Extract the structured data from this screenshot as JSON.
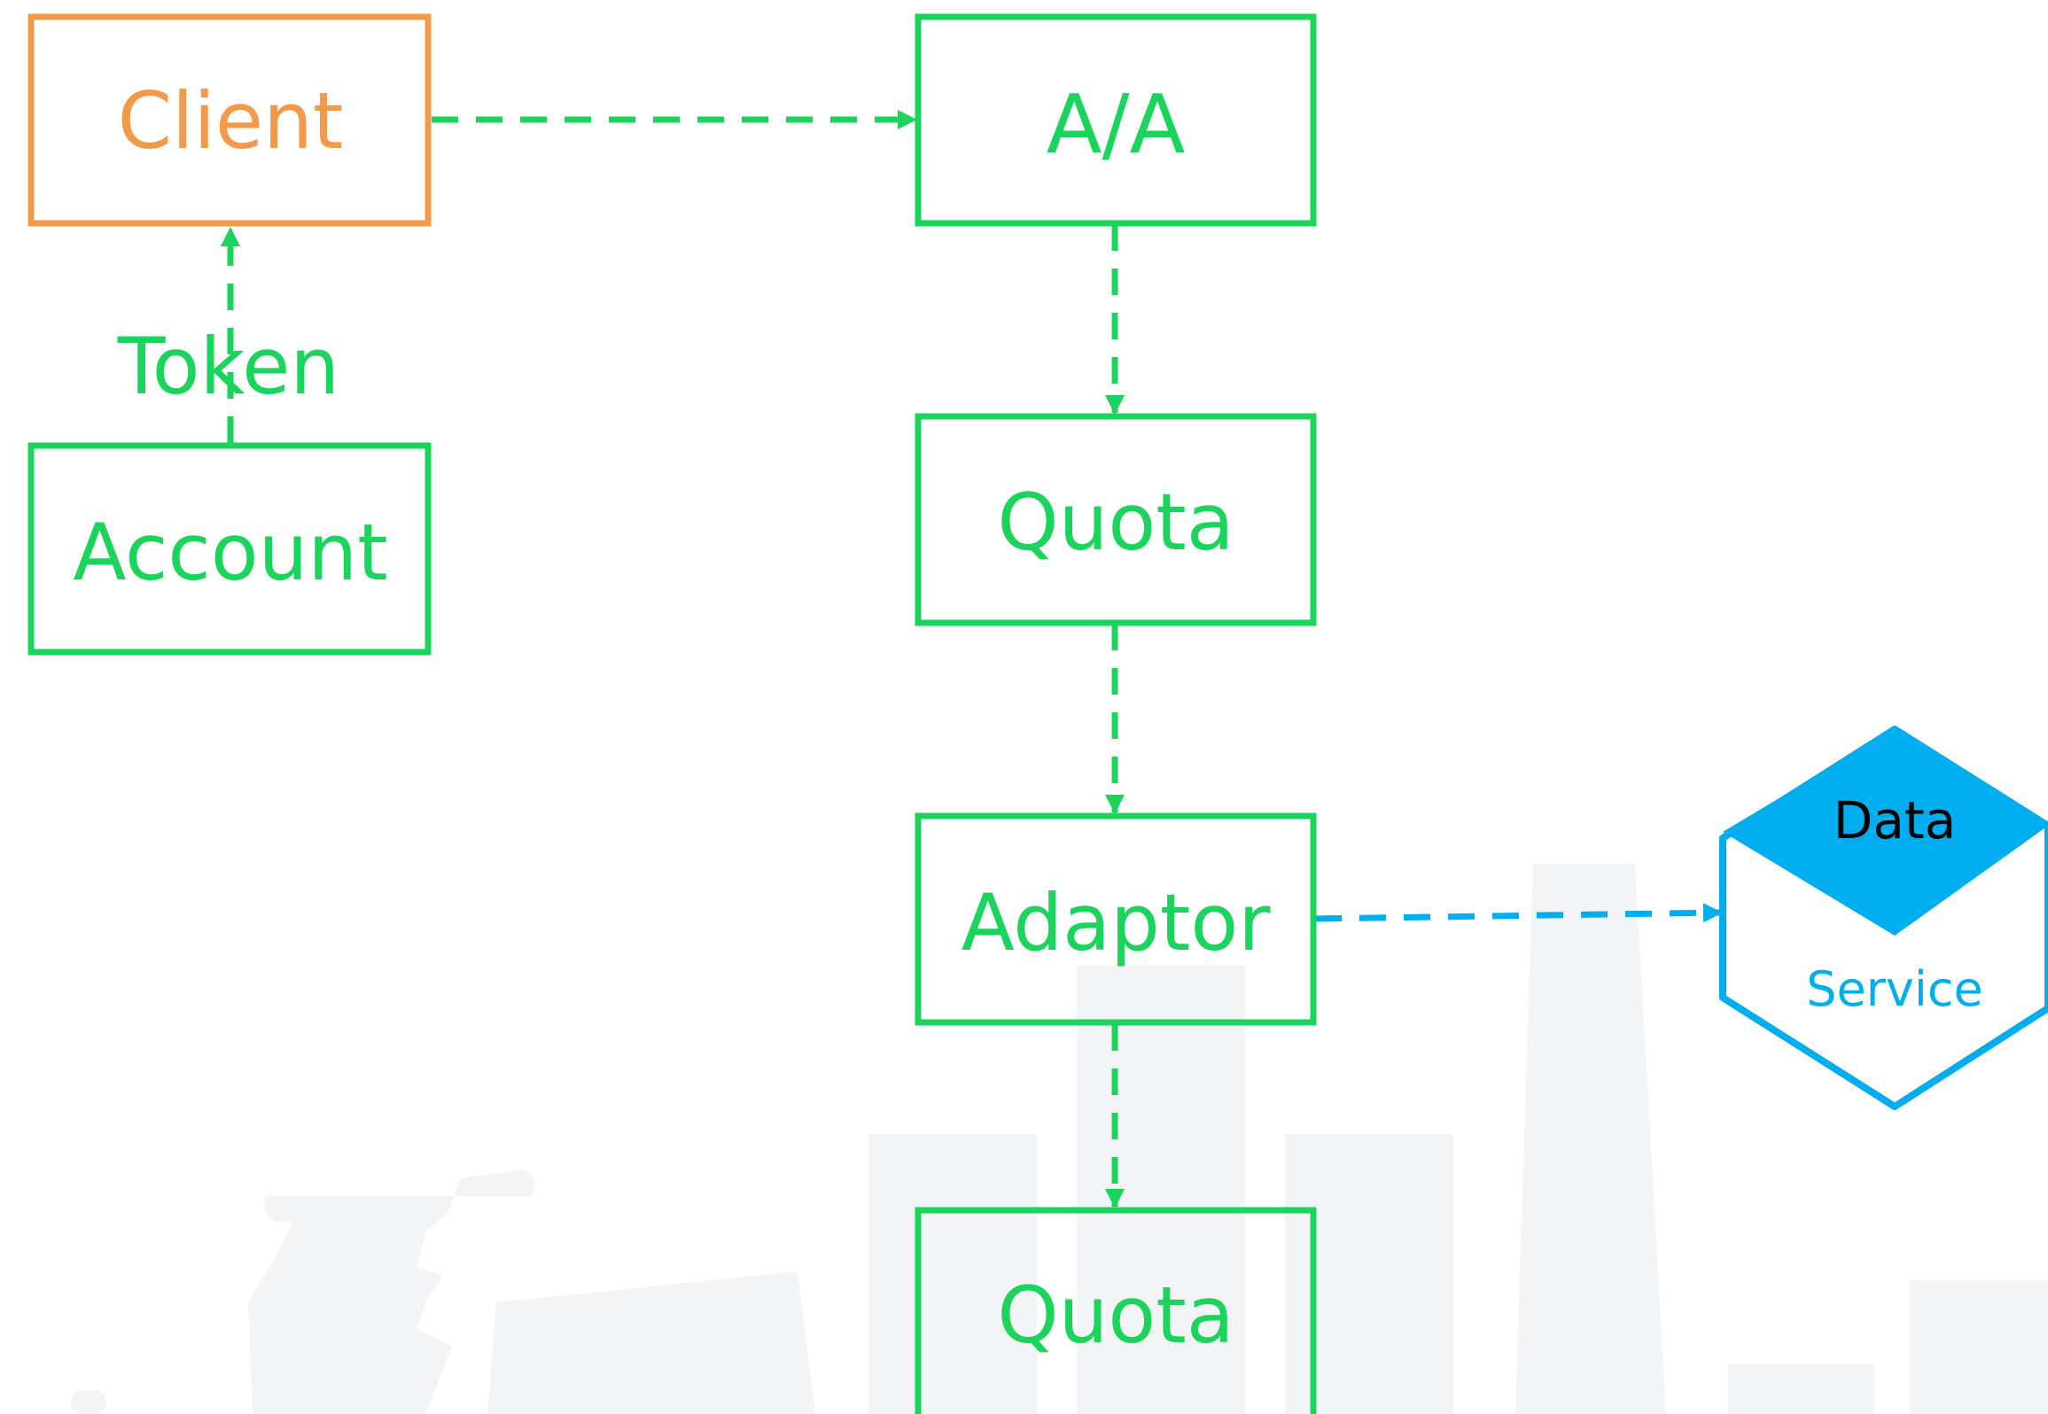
{
  "nodes": {
    "client": "Client",
    "aa": "A/A",
    "quota_top": "Quota",
    "adaptor": "Adaptor",
    "quota_bottom": "Quota",
    "account": "Account"
  },
  "edge_labels": {
    "token": "Token"
  },
  "service": {
    "data": "Data",
    "service": "Service"
  },
  "colors": {
    "green": "#1ad45b",
    "orange": "#f29a4a",
    "blue": "#00aeef",
    "background_art": "#f3f4f6"
  }
}
